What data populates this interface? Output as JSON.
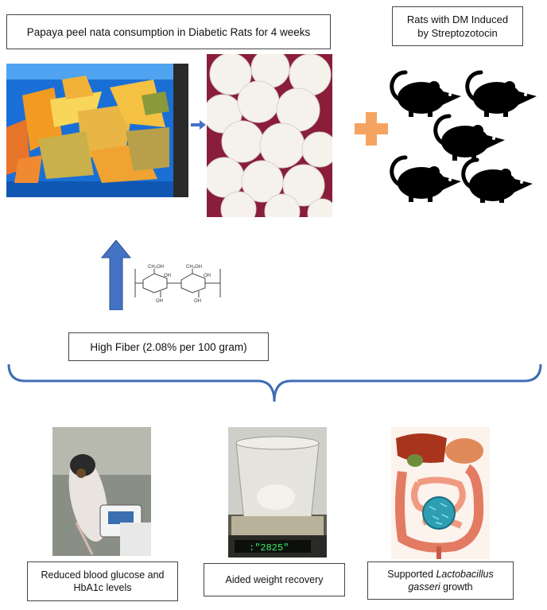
{
  "title_box": "Papaya peel nata consumption in Diabetic Rats for 4 weeks",
  "rats_box": {
    "line1": "Rats with DM Induced",
    "line2": "by Streptozotocin"
  },
  "fiber_box": "High Fiber (2.08% per 100 gram)",
  "structure_labels": [
    "CH₂OH",
    "OH",
    "OH",
    "CH₂OH",
    "OH",
    "OH"
  ],
  "scale_readout": ":\"2825\"",
  "outcomes": {
    "glucose": "Reduced blood glucose and HbA1c levels",
    "weight": "Aided weight recovery",
    "lacto_prefix": "Supported ",
    "lacto_italic": "Lactobacillus gasseri",
    "lacto_suffix": " growth"
  },
  "colors": {
    "arrow_blue": "#4472c4",
    "plus_orange": "#f4a460",
    "bracket_blue": "#3f6db5"
  }
}
